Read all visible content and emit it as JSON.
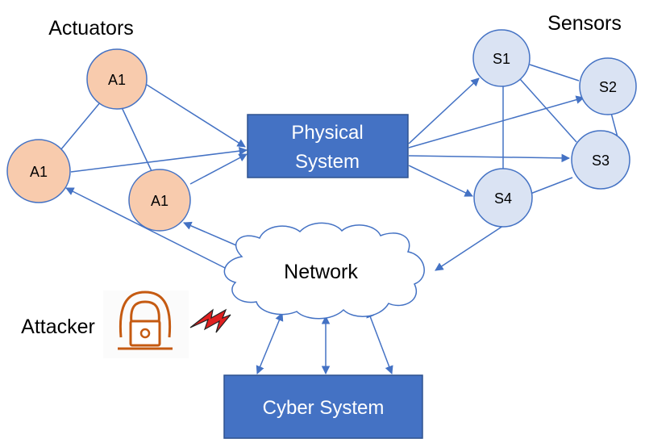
{
  "colors": {
    "actuator_fill": "#F8CBAD",
    "sensor_fill": "#DAE3F3",
    "box_fill": "#4472C4",
    "box_text": "#ffffff",
    "edge": "#4472C4",
    "attacker": "#C55A11",
    "bolt": "#E02020"
  },
  "groups": {
    "actuators": "Actuators",
    "sensors": "Sensors",
    "attacker": "Attacker"
  },
  "actuators": [
    {
      "id": "a1_top",
      "label": "A1"
    },
    {
      "id": "a1_left",
      "label": "A1"
    },
    {
      "id": "a1_mid",
      "label": "A1"
    }
  ],
  "sensors": [
    {
      "id": "s1",
      "label": "S1"
    },
    {
      "id": "s2",
      "label": "S2"
    },
    {
      "id": "s3",
      "label": "S3"
    },
    {
      "id": "s4",
      "label": "S4"
    }
  ],
  "physical_system": {
    "line1": "Physical",
    "line2": "System"
  },
  "network": {
    "label": "Network"
  },
  "cyber_system": {
    "label": "Cyber System"
  },
  "attacker_icon": "hooded-hacker-laptop-icon",
  "attack_icon": "lightning-bolt-icon"
}
